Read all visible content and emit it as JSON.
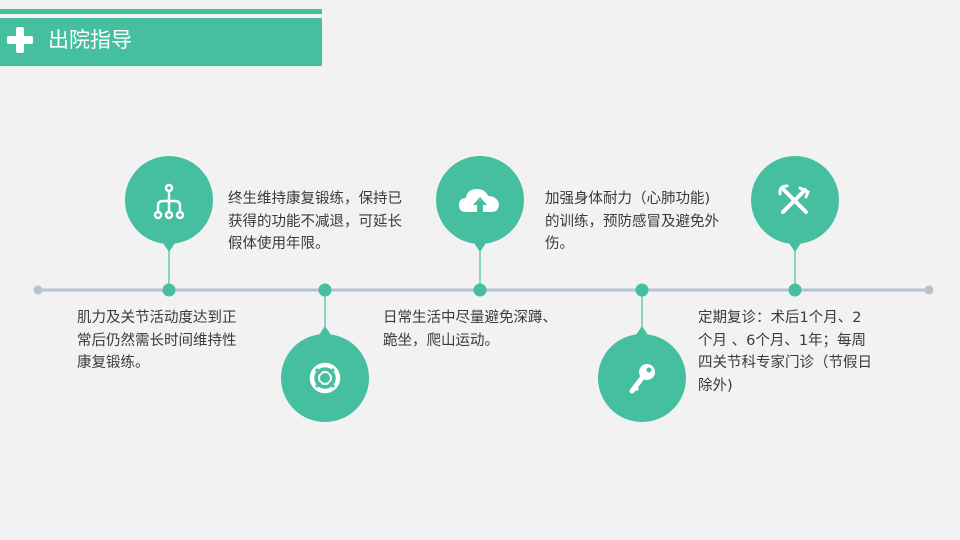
{
  "header": {
    "title": "出院指导",
    "plus_icon": "plus-icon"
  },
  "colors": {
    "accent": "#45bf9f",
    "timeline": "#b8c3cf",
    "text": "#3a3a3a",
    "background": "#f2f2f2"
  },
  "milestones": [
    {
      "icon": "network-icon",
      "position": "above",
      "text": "肌力及关节活动度达到正\n常后仍然需长时间维持性\n康复锻练。"
    },
    {
      "icon": "lifebuoy-icon",
      "position": "below",
      "text": "终生维持康复锻练，保持已\n获得的功能不减退，可延长\n假体使用年限。"
    },
    {
      "icon": "cloud-upload-icon",
      "position": "above",
      "text": "日常生活中尽量避免深蹲、\n跪坐，爬山运动。"
    },
    {
      "icon": "key-icon",
      "position": "below",
      "text": "加强身体耐力（心肺功能)\n的训练，预防感冒及避免外\n伤。"
    },
    {
      "icon": "tools-icon",
      "position": "above",
      "text": "定期复诊：术后1个月、2\n个月 、6个月、1年；每周\n四关节科专家门诊（节假日\n除外)"
    }
  ]
}
